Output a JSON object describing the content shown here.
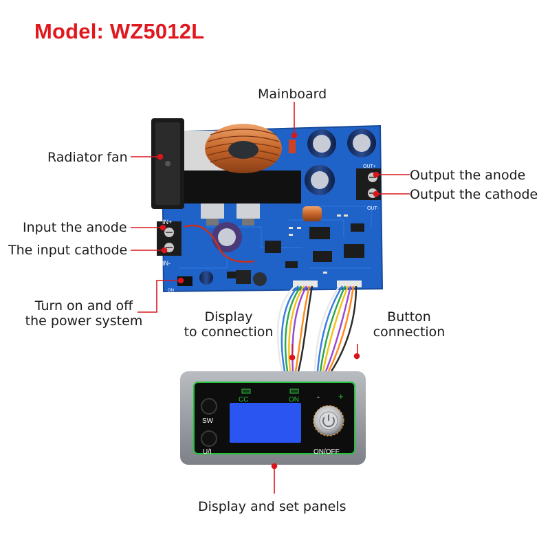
{
  "title": {
    "text": "Model: WZ5012L",
    "color": "#e0181e"
  },
  "colors": {
    "pointer": "#d8161c",
    "pcb": "#1e62c8",
    "board_dark": "#1a4d9e",
    "panel_frame": "#8f9399",
    "screen": "#2a55f0",
    "accent_green": "#22c23a"
  },
  "labels": {
    "mainboard": "Mainboard",
    "radiator_fan": "Radiator fan",
    "output_anode": "Output the anode",
    "output_cathode": "Output the cathode",
    "input_anode": "Input the anode",
    "input_cathode": "The input cathode",
    "power_switch_line1": "Turn on and off",
    "power_switch_line2": "the power system",
    "display_conn_line1": "Display",
    "display_conn_line2": "to connection",
    "button_conn_line1": "Button",
    "button_conn_line2": "connection",
    "panel": "Display and set panels"
  },
  "board_markings": {
    "in_plus": "IN+",
    "in_minus": "IN-",
    "out_plus": "OUT+",
    "out_minus": "OUT-",
    "on": "ON"
  },
  "panel_markings": {
    "cc": "CC",
    "on": "ON",
    "sw": "SW",
    "ui": "U/I",
    "onoff": "ON/OFF",
    "minus": "-",
    "plus": "+"
  },
  "icons": [
    "power-icon",
    "fan-icon",
    "capacitor-icon",
    "inductor-coil-icon"
  ]
}
